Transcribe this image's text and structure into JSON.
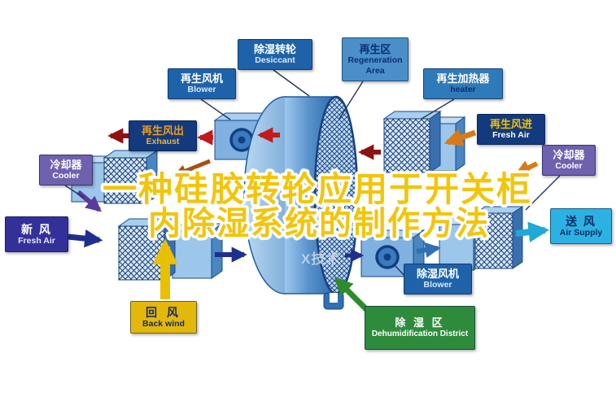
{
  "title": {
    "line1": "一种硅胶转轮应用于开关柜",
    "line2": "内除湿系统的制作方法"
  },
  "watermark": "X技术",
  "labels": {
    "desiccant": {
      "zh": "除湿转轮",
      "en": "Desiccant"
    },
    "regen_area": {
      "zh": "再生区",
      "en": "Regeneration Area"
    },
    "regen_blower": {
      "zh": "再生风机",
      "en": "Blower"
    },
    "regen_heater": {
      "zh": "再生加热器",
      "en": "heater"
    },
    "regen_out": {
      "zh": "再生风出",
      "en": "Exhaust"
    },
    "regen_in": {
      "zh": "再生风进",
      "en": "Fresh Air"
    },
    "cooler_left": {
      "zh": "冷却器",
      "en": "Cooler"
    },
    "cooler_right": {
      "zh": "冷却器",
      "en": "Cooler"
    },
    "fresh_air": {
      "zh": "新 风",
      "en": "Fresh Air"
    },
    "air_supply": {
      "zh": "送 风",
      "en": "Air Supply"
    },
    "back_wind": {
      "zh": "回 风",
      "en": "Back wind"
    },
    "dehumid_blower": {
      "zh": "除湿风机",
      "en": "Blower"
    },
    "dehumid_district": {
      "zh": "除 湿 区",
      "en": "Dehumidification District"
    }
  },
  "palette": {
    "title_fill": "#f2c50c",
    "title_outline": "#ffffff",
    "box_blue": "#1e63aa",
    "box_navy": "#123a7c",
    "box_purple": "#6f61ae",
    "box_indigo": "#34309a",
    "box_cyan": "#2cb2e2",
    "box_yellow": "#e3b80a",
    "box_green": "#2e8b3c",
    "wheel_blue": "#2a66ac",
    "arrow_red": "#c41a1a",
    "arrow_dark_red": "#8f1212",
    "arrow_orange": "#d97a16",
    "arrow_purple": "#5b3a9e",
    "arrow_navy": "#1e2f8f",
    "arrow_blue": "#2f6fb4",
    "arrow_cyan": "#1fa8d8",
    "arrow_yellow": "#e8c000",
    "arrow_green": "#2e8b2e"
  }
}
